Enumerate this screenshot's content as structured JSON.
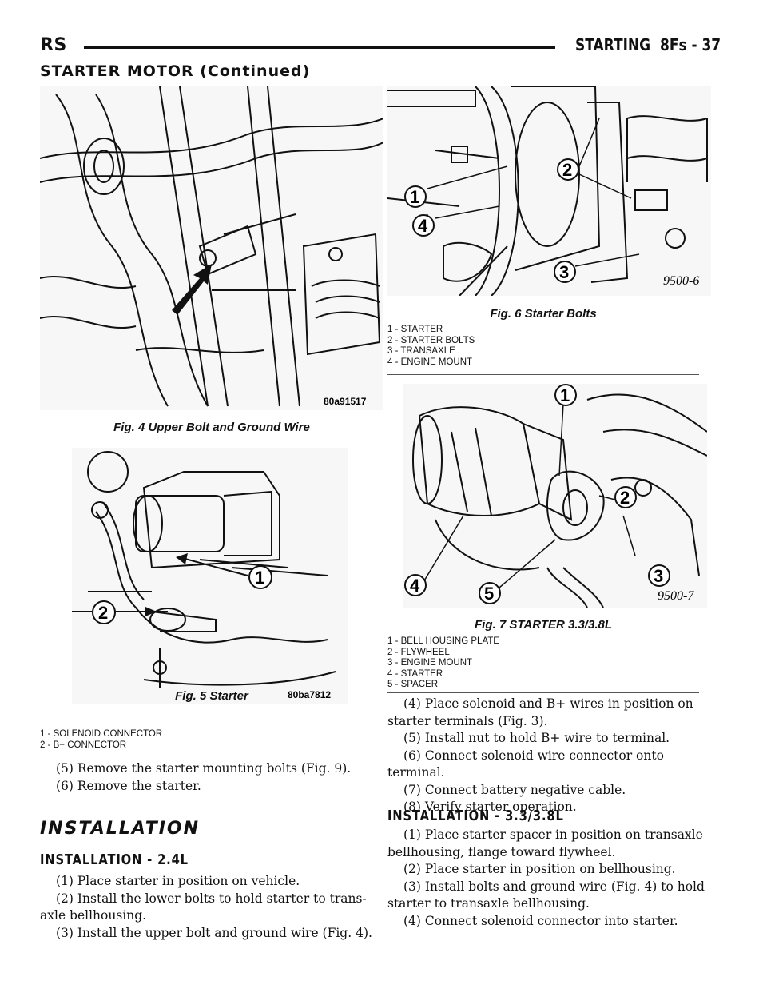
{
  "header": {
    "left": "RS",
    "title": "STARTING",
    "page": "8Fs - 37"
  },
  "section_title": "STARTER MOTOR (Continued)",
  "figures": {
    "fig4": {
      "caption": "Fig. 4 Upper Bolt and Ground Wire",
      "code": "80a91517",
      "legend": []
    },
    "fig5": {
      "caption": "Fig. 5 Starter",
      "code": "80ba7812",
      "callouts": [
        "1",
        "2"
      ],
      "legend": [
        "1 - SOLENOID CONNECTOR",
        "2 - B+ CONNECTOR"
      ]
    },
    "fig6": {
      "caption": "Fig. 6 Starter Bolts",
      "code": "9500-6",
      "callouts": [
        "1",
        "2",
        "3",
        "4"
      ],
      "legend": [
        "1 - STARTER",
        "2 - STARTER BOLTS",
        "3 - TRANSAXLE",
        "4 - ENGINE MOUNT"
      ]
    },
    "fig7": {
      "caption": "Fig. 7 STARTER 3.3/3.8L",
      "code": "9500-7",
      "callouts": [
        "1",
        "2",
        "3",
        "4",
        "5"
      ],
      "legend": [
        "1 - BELL HOUSING PLATE",
        "2 - FLYWHEEL",
        "3 - ENGINE MOUNT",
        "4 - STARTER",
        "5 - SPACER"
      ]
    }
  },
  "left_column": {
    "steps_top": [
      "(5) Remove the starter mounting bolts (Fig. 9).",
      "(6) Remove the starter."
    ],
    "heading_installation": "INSTALLATION",
    "heading_24": "INSTALLATION - 2.4L",
    "steps_24": [
      "(1) Place starter in position on vehicle.",
      "(2) Install the lower bolts to hold starter to trans-",
      "axle bellhousing.",
      "(3) Install the upper bolt and ground wire (Fig. 4)."
    ]
  },
  "right_column": {
    "steps_24_cont": [
      "(4) Place solenoid and B+ wires in position on",
      "starter terminals (Fig. 3).",
      "(5) Install nut to hold B+ wire to terminal.",
      "(6) Connect solenoid wire connector onto terminal.",
      "(7) Connect battery negative cable.",
      "(8) Verify starter operation."
    ],
    "heading_33": "INSTALLATION - 3.3/3.8L",
    "steps_33": [
      "(1) Place starter spacer in position on transaxle",
      "bellhousing, flange toward flywheel.",
      "(2) Place starter in position on bellhousing.",
      "(3) Install bolts and ground wire (Fig. 4) to hold",
      "starter to transaxle bellhousing.",
      "(4) Connect solenoid connector into starter."
    ]
  }
}
